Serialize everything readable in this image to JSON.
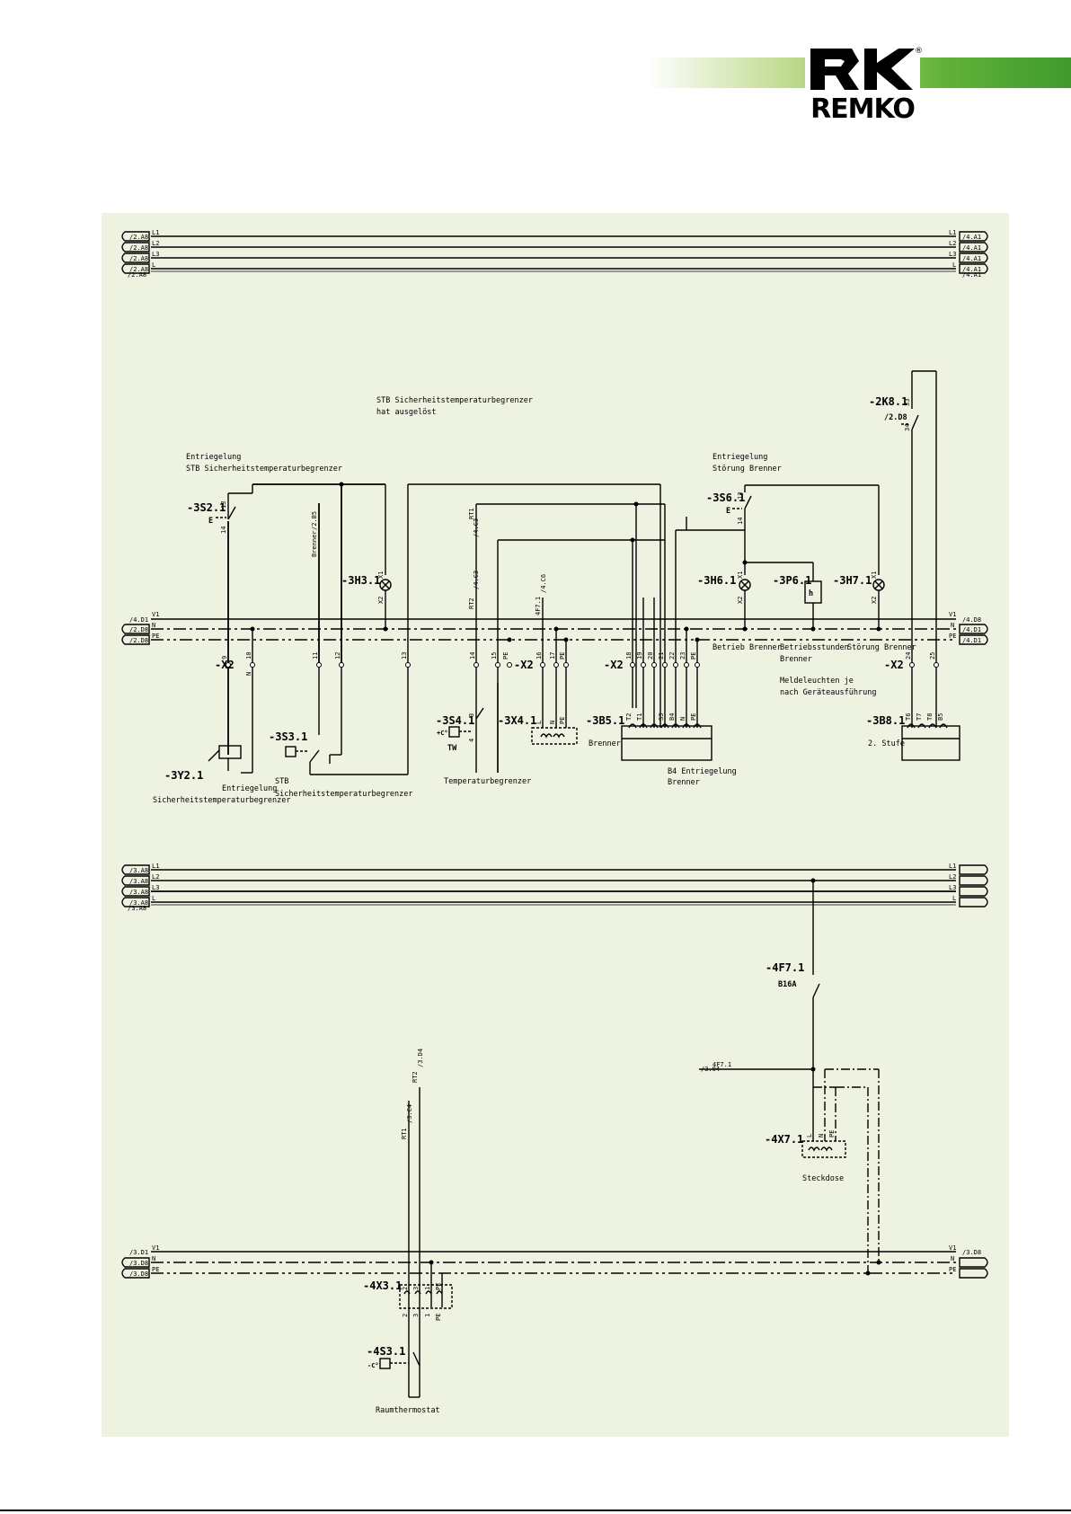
{
  "brand": {
    "name": "REMKO",
    "registered": "®"
  },
  "bus_top": {
    "left_refs": [
      "/2.A8",
      "/2.A8",
      "/2.A8",
      "/2.A8",
      "/2.A8"
    ],
    "lines": [
      "L1",
      "L2",
      "L3",
      "L",
      ""
    ],
    "right_refs": [
      "/4.A1",
      "/4.A1",
      "/4.A1",
      "/4.A1",
      "/4.A1"
    ]
  },
  "ctrl_top": {
    "left_refs": [
      "/4.D1",
      "/2.D8",
      "/2.D8"
    ],
    "lines": [
      "V1",
      "N",
      "PE"
    ],
    "right_refs": [
      "/4.D8",
      "/4.D1",
      "/4.D1"
    ]
  },
  "bus_bottom": {
    "left_refs": [
      "/3.A8",
      "/3.A8",
      "/3.A8",
      "/3.A8",
      "/3.A8"
    ],
    "lines": [
      "L1",
      "L2",
      "L3",
      "L",
      ""
    ]
  },
  "ctrl_bottom": {
    "left_refs": [
      "/3.D1",
      "/3.D8",
      "/3.D8"
    ],
    "lines": [
      "V1",
      "N",
      "PE"
    ],
    "right_refs": [
      "/3.D8"
    ]
  },
  "notes": {
    "stb_tripped": [
      "STB Sicherheitstemperaturbegrenzer",
      "hat ausgelöst"
    ],
    "reset_stb": [
      "Entriegelung",
      "STB Sicherheitstemperaturbegrenzer"
    ],
    "reset_burner": [
      "Entriegelung",
      "Störung Brenner"
    ],
    "lamps": [
      "Meldeleuchten je",
      "nach Geräteausführung"
    ]
  },
  "components": {
    "s2": "-3S2.1",
    "s2_e": "E",
    "h3": "-3H3.1",
    "s3": "-3S3.1",
    "y2": "-3Y2.1",
    "s4": "-3S4.1",
    "x4": "-3X4.1",
    "tw": "TW",
    "c_mark": "+C°",
    "b5": "-3B5.1",
    "s6": "-3S6.1",
    "s6_e": "E",
    "h6": "-3H6.1",
    "p6": "-3P6.1",
    "p6_sym": "h",
    "h7": "-3H7.1",
    "k8": "-2K8.1",
    "k8_ref": "/2.D8",
    "b8": "-3B8.1",
    "f7": "-4F7.1",
    "f7_rating": "B16A",
    "x7": "-4X7.1",
    "x3": "-4X3.1",
    "s3b": "-4S3.1",
    "c_mark2": "-C°"
  },
  "labels": {
    "y2_caption": [
      "Entriegelung",
      "Sicherheitstemperaturbegrenzer"
    ],
    "s3_caption": [
      "STB",
      "Sicherheitstemperaturbegrenzer"
    ],
    "temp_limiter": "Temperaturbegrenzer",
    "burner": "Brenner",
    "b4_reset": [
      "B4 Entriegelung",
      "Brenner"
    ],
    "stage2": "2. Stufe",
    "burner_run": "Betrieb Brenner",
    "burner_hours": [
      "Betriebsstunden",
      "Brenner"
    ],
    "burner_fault": "Störung Brenner",
    "socket": "Steckdose",
    "room_thermostat": "Raumthermostat",
    "ref_brenner": "Brenner",
    "ref_285": "/2.B5",
    "ref_rt1": "RT1",
    "ref_4c3": "/4.C3",
    "ref_rt2": "RT2",
    "ref_4c3b": "/4.C3",
    "ref_4f71": "4F7.1",
    "ref_4c6": "/4.C6",
    "ref_3c4": "/3.C4",
    "ref_3d4": "/3.D4",
    "ref_304": "/3.04",
    "ref_4f71b": "4F7.1",
    "term_x2": "-X2",
    "x1": "X1",
    "x2": "X2",
    "pin13": "13",
    "pin14": "14",
    "pin33": "33",
    "pin34": "34",
    "pin3": "3",
    "pin4": "4"
  },
  "terminals": {
    "x2_a": [
      "9",
      "10",
      "11",
      "12",
      "13"
    ],
    "x2_b": [
      "14",
      "15",
      "PE"
    ],
    "x2_c": [
      "16",
      "17",
      "PE"
    ],
    "x2_d": [
      "18",
      "19",
      "20",
      "21",
      "22",
      "23",
      "PE"
    ],
    "x2_e": [
      "24",
      "25"
    ],
    "x2_n": "N",
    "plug_b5": [
      "T2",
      "T1",
      "S3",
      "B4",
      "N",
      "PE"
    ],
    "plug_b8": [
      "T6",
      "T7",
      "T8",
      "B5"
    ],
    "x41": [
      "L",
      "N",
      "PE"
    ],
    "x71": [
      "L",
      "N",
      "PE"
    ],
    "x31_top": [
      "2",
      "3",
      "1",
      "PE"
    ],
    "x31_bot": [
      "2",
      "3",
      "1",
      "PE"
    ]
  }
}
